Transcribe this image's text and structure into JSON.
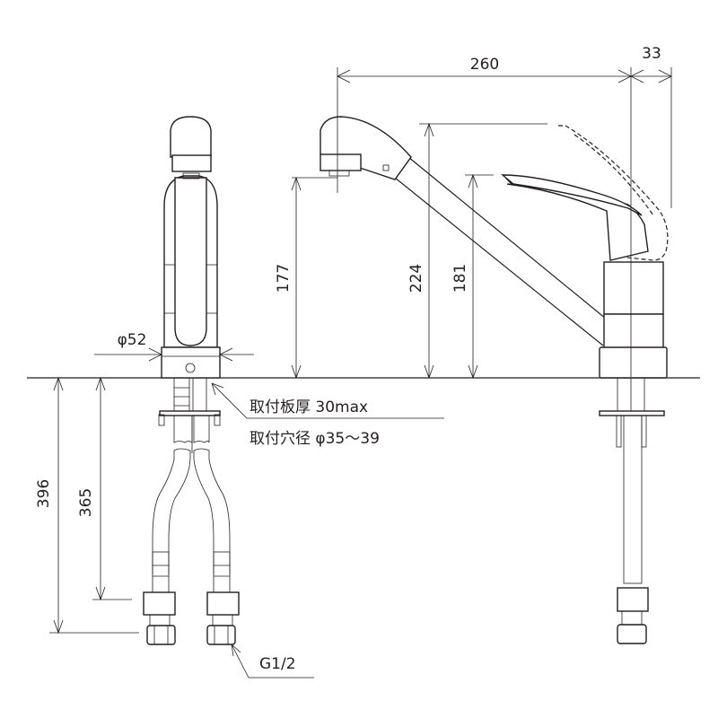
{
  "drawing": {
    "unit": "mm",
    "dimensions": {
      "spout_reach": "260",
      "rear_clearance": "33",
      "spout_height": "177",
      "overall_height": "224",
      "lever_height": "181",
      "base_diameter": "φ52",
      "hose_length_total": "396",
      "hose_length_to_fitting": "365"
    },
    "notes": {
      "mounting_thickness": "取付板厚 30max",
      "mounting_hole": "取付穴径 φ35〜39",
      "connection_thread": "G1/2"
    },
    "line_color": "#231f20"
  }
}
